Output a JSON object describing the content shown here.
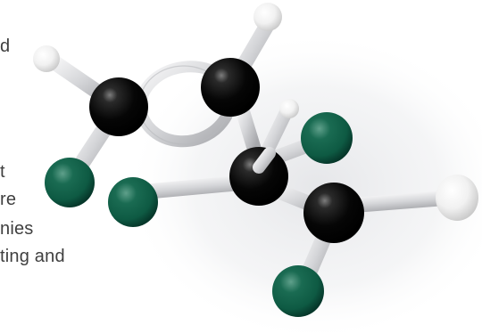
{
  "text_fragments": [
    "d",
    "t",
    "re",
    "nies",
    "ting and"
  ],
  "colors": {
    "background": "#ffffff",
    "text": "#3f3f3f",
    "carbon": "#060606",
    "hydrogen": "#f4f4f4",
    "chlorine": "#0e5a43",
    "bond": "#d9dadd"
  },
  "molecule": {
    "atoms": [
      {
        "element": "H"
      },
      {
        "element": "H"
      },
      {
        "element": "C"
      },
      {
        "element": "C"
      },
      {
        "element": "H"
      },
      {
        "element": "Cl"
      },
      {
        "element": "Cl"
      },
      {
        "element": "C"
      },
      {
        "element": "Cl"
      },
      {
        "element": "C"
      },
      {
        "element": "H"
      },
      {
        "element": "Cl"
      }
    ]
  }
}
